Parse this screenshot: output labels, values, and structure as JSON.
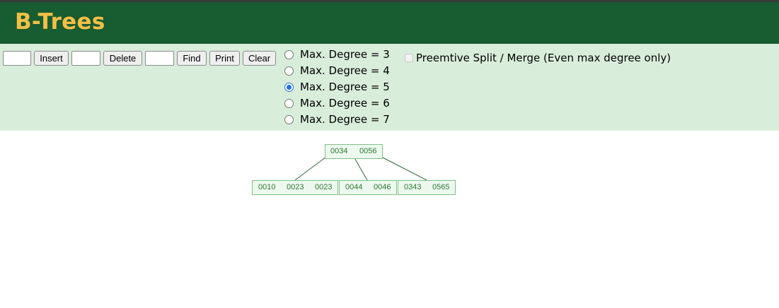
{
  "app": {
    "title": "B-Trees"
  },
  "controls": {
    "insert_value": "",
    "insert_label": "Insert",
    "delete_value": "",
    "delete_label": "Delete",
    "find_value": "",
    "find_label": "Find",
    "print_label": "Print",
    "clear_label": "Clear",
    "degree_options": [
      {
        "label": "Max. Degree = 3",
        "checked": false
      },
      {
        "label": "Max. Degree = 4",
        "checked": false
      },
      {
        "label": "Max. Degree = 5",
        "checked": true
      },
      {
        "label": "Max. Degree = 6",
        "checked": false
      },
      {
        "label": "Max. Degree = 7",
        "checked": false
      }
    ],
    "preemptive_label": "Preemtive Split / Merge (Even max degree only)",
    "preemptive_checked": false,
    "preemptive_enabled": false
  },
  "tree": {
    "root": {
      "keys": [
        "0034",
        "0056"
      ]
    },
    "children": [
      {
        "keys": [
          "0010",
          "0023",
          "0023"
        ]
      },
      {
        "keys": [
          "0044",
          "0046"
        ]
      },
      {
        "keys": [
          "0343",
          "0565"
        ]
      }
    ]
  },
  "colors": {
    "header_bg": "#185c31",
    "title_color": "#f5c046",
    "controls_bg": "#d9eddb",
    "node_fill": "#edf9ee",
    "node_border": "#7fc084",
    "key_text": "#2e7a34",
    "edge": "#2e6b34"
  }
}
